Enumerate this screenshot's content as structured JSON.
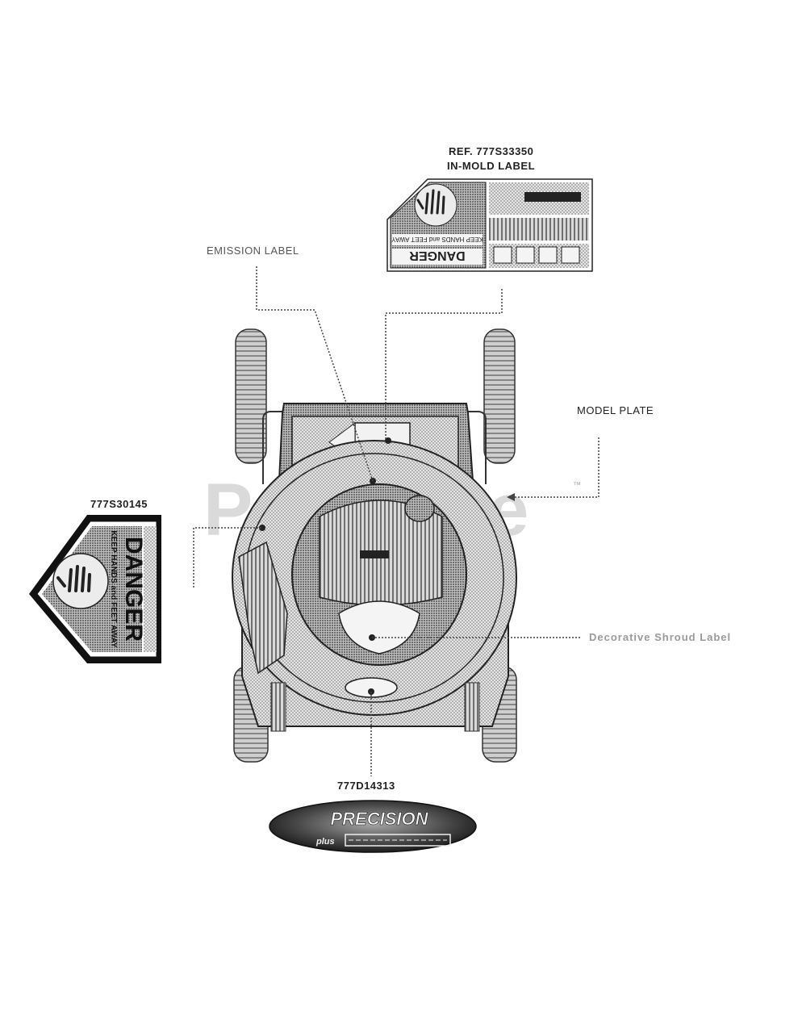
{
  "labels": {
    "ref_label": "REF. 777S33350",
    "in_mold": "IN-MOLD LABEL",
    "emission": "EMISSION LABEL",
    "model_plate": "MODEL PLATE",
    "danger_part": "777S30145",
    "shroud": "Decorative Shroud Label",
    "bottom_part": "777D14313"
  },
  "decal_text": {
    "danger": "DANGER",
    "keep_hands": "KEEP HANDS and FEET AWAY",
    "precision": "PRECISION",
    "plus": "plus"
  },
  "watermark": {
    "text": "PartsTree",
    "tm": "™"
  }
}
